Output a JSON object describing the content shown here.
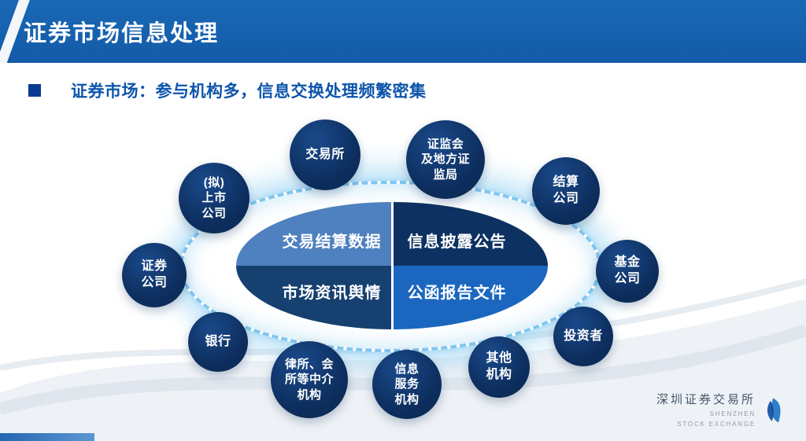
{
  "header": {
    "title": "证券市场信息处理"
  },
  "bullet": {
    "text": "证券市场：参与机构多，信息交换处理频繁密集"
  },
  "diagram": {
    "quadrants": {
      "top_left": "交易结算数据",
      "top_right": "信息披露公告",
      "bottom_left": "市场资讯舆情",
      "bottom_right": "公函报告文件"
    },
    "nodes": [
      {
        "id": "exchange",
        "label": "交易所"
      },
      {
        "id": "csrc-regulators",
        "label": "证监会\n及地方证\n监局"
      },
      {
        "id": "clearing-co",
        "label": "结算\n公司"
      },
      {
        "id": "fund-co",
        "label": "基金\n公司"
      },
      {
        "id": "investors",
        "label": "投资者"
      },
      {
        "id": "other-orgs",
        "label": "其他\n机构"
      },
      {
        "id": "info-service",
        "label": "信息\n服务\n机构"
      },
      {
        "id": "intermediaries",
        "label": "律所、会\n所等中介\n机构"
      },
      {
        "id": "banks",
        "label": "银行"
      },
      {
        "id": "securities-co",
        "label": "证券\n公司"
      },
      {
        "id": "listed-co",
        "label": "(拟)\n上市\n公司"
      }
    ]
  },
  "footer": {
    "logo_cn": "深圳证券交易所",
    "logo_en_line1": "SHENZHEN",
    "logo_en_line2": "STOCK EXCHANGE"
  },
  "colors": {
    "header_blue": "#135ba8",
    "bullet_blue": "#0d55ab",
    "node_navy": "#0d2e5e",
    "ring_glow": "#8cceF2",
    "quadrant_top_left": "#4f80bf",
    "quadrant_top_right": "#0d3161",
    "quadrant_bottom_left": "#16406f",
    "quadrant_bottom_right": "#1b67c0"
  }
}
